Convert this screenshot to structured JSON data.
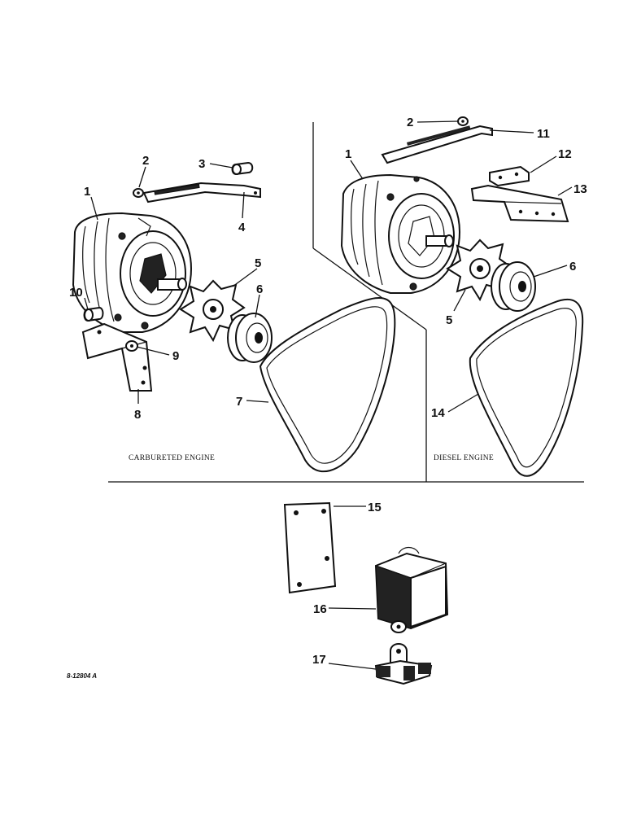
{
  "diagram": {
    "captions": {
      "left_section": "CARBURETED ENGINE",
      "right_section": "DIESEL ENGINE",
      "reference": "8-12804 A"
    },
    "callouts": [
      {
        "id": "c2a",
        "text": "2"
      },
      {
        "id": "c3",
        "text": "3"
      },
      {
        "id": "c1a",
        "text": "1"
      },
      {
        "id": "c4",
        "text": "4"
      },
      {
        "id": "c5a",
        "text": "5"
      },
      {
        "id": "c6a",
        "text": "6"
      },
      {
        "id": "c10",
        "text": "10"
      },
      {
        "id": "c9",
        "text": "9"
      },
      {
        "id": "c8",
        "text": "8"
      },
      {
        "id": "c7",
        "text": "7"
      },
      {
        "id": "c2b",
        "text": "2"
      },
      {
        "id": "c11",
        "text": "11"
      },
      {
        "id": "c1b",
        "text": "1"
      },
      {
        "id": "c12",
        "text": "12"
      },
      {
        "id": "c13",
        "text": "13"
      },
      {
        "id": "c6b",
        "text": "6"
      },
      {
        "id": "c5b",
        "text": "5"
      },
      {
        "id": "c14",
        "text": "14"
      },
      {
        "id": "c15",
        "text": "15"
      },
      {
        "id": "c16",
        "text": "16"
      },
      {
        "id": "c17",
        "text": "17"
      }
    ]
  }
}
